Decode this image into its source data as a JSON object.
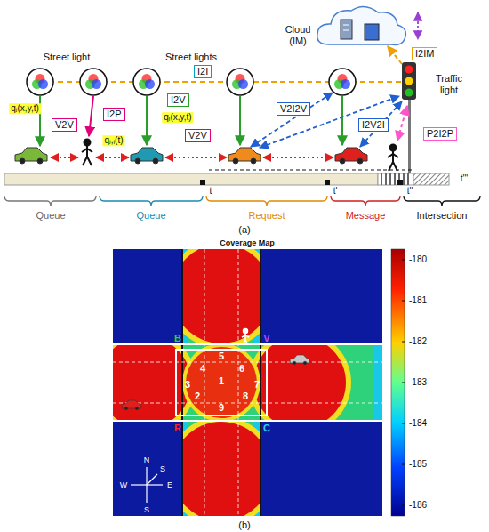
{
  "diagram": {
    "nodes": [
      {
        "text": [
          "V2V"
        ]
      },
      {
        "text": [
          "I2P"
        ]
      },
      {
        "text": [
          "I2I"
        ]
      },
      {
        "text": [
          "I2V"
        ]
      },
      {
        "text": [
          "V2V"
        ]
      },
      {
        "text": [
          "V2I2V"
        ]
      },
      {
        "text": [
          "I2V2I"
        ]
      },
      {
        "text": [
          "I2IM"
        ]
      },
      {
        "text": [
          "P2I2P"
        ]
      }
    ],
    "labels": [
      "Cloud (IM)",
      "Street light",
      "Street lights",
      "Traffic light",
      "qⱼ(x,y,t)",
      "qᵢ(x,y,t)",
      "qⱼ,ᵢ(t)",
      "Queue",
      "Queue",
      "Request",
      "Message",
      "Intersection",
      "t",
      "t'",
      "t''",
      "t'''",
      "(a)",
      "Coverage Map",
      "-180",
      "-181",
      "-182",
      "-183",
      "-184",
      "-185",
      "-186",
      "5",
      "4",
      "6",
      "1",
      "3",
      "2",
      "8",
      "7",
      "9",
      "B",
      "V",
      "R",
      "C",
      "N",
      "W",
      "E",
      "S",
      "S",
      "(b)"
    ]
  }
}
